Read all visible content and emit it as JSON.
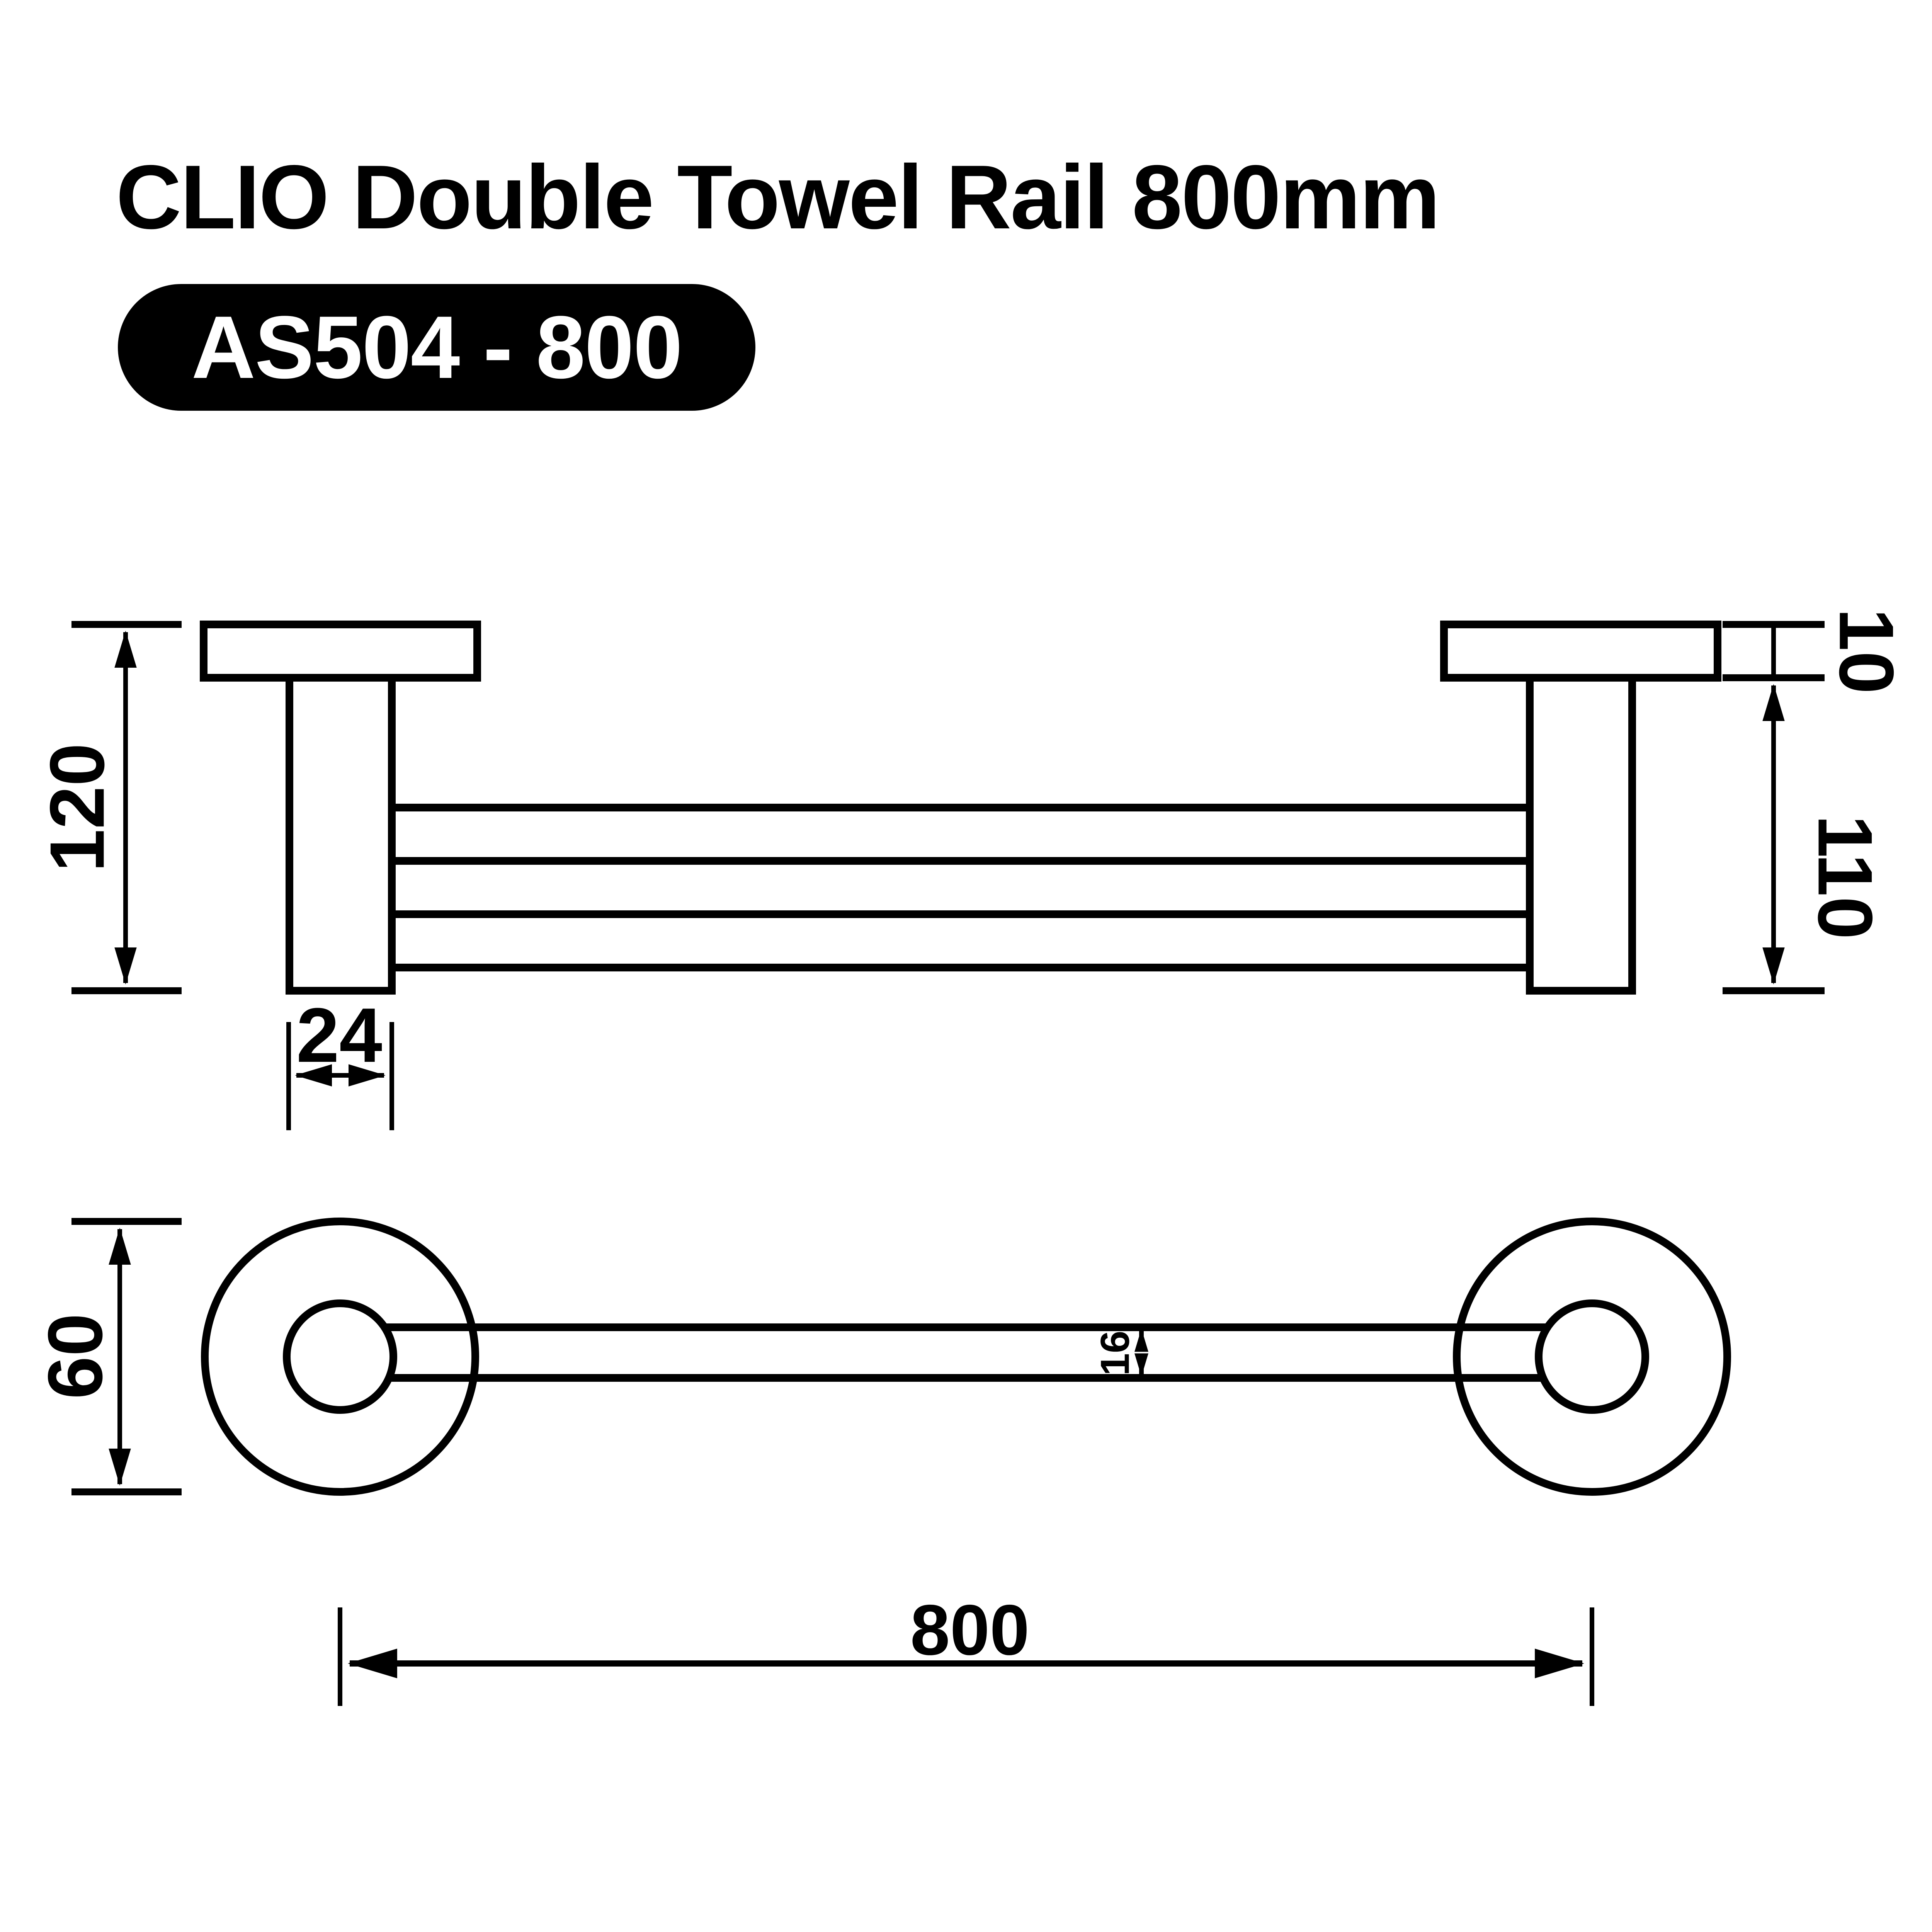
{
  "title": "CLIO Double Towel Rail 800mm",
  "badge": "AS504 - 800",
  "colors": {
    "ink": "#000000",
    "paper": "#ffffff"
  },
  "plan": {
    "depth": "120",
    "plate": "10",
    "post": "110",
    "width": "24"
  },
  "front": {
    "flange": "60",
    "rail": "16",
    "length": "800"
  }
}
